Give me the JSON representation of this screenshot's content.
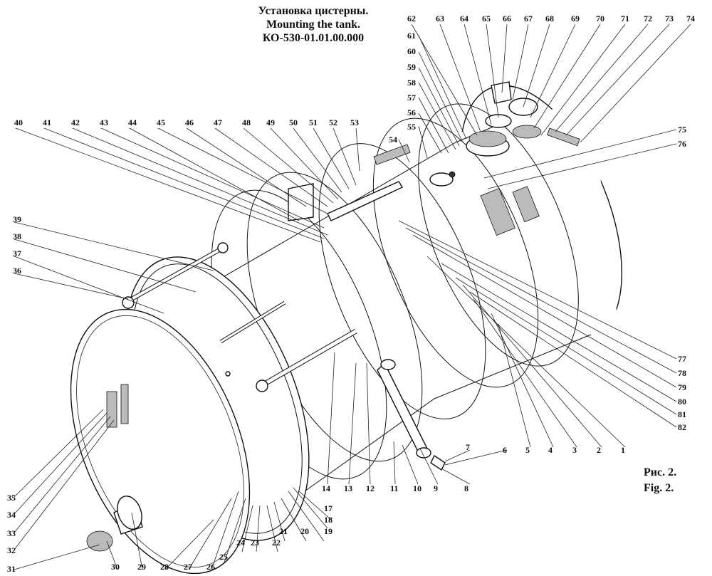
{
  "title": {
    "line_ru": "Установка цистерны.",
    "line_en": "Mounting the tank.",
    "code": "КО-530-01.01.00.000"
  },
  "figure": {
    "label_ru": "Рис. 2.",
    "label_en": "Fig. 2."
  },
  "callouts": {
    "top_row": [
      "40",
      "41",
      "42",
      "43",
      "44",
      "45",
      "46",
      "47",
      "48",
      "49",
      "50",
      "51",
      "52",
      "53"
    ],
    "top_right_row": [
      "62",
      "63",
      "64",
      "65",
      "66",
      "67",
      "68",
      "69",
      "70",
      "71",
      "72",
      "73",
      "74"
    ],
    "right_upper_stack": [
      "61",
      "60",
      "59",
      "58",
      "57",
      "56",
      "55",
      "54"
    ],
    "right_side": [
      "75",
      "76"
    ],
    "right_lower_stack": [
      "77",
      "78",
      "79",
      "80",
      "81",
      "82"
    ],
    "bottom_right_row": [
      "1",
      "2",
      "3",
      "4",
      "5",
      "6",
      "7",
      "8"
    ],
    "bottom_mid_row": [
      "9",
      "10",
      "11",
      "12",
      "13",
      "14"
    ],
    "bottom_center_stack": [
      "17",
      "18",
      "19",
      "20",
      "21",
      "22",
      "23",
      "24",
      "25",
      "26"
    ],
    "bottom_left_row": [
      "27",
      "28",
      "29",
      "30",
      "31"
    ],
    "left_stack": [
      "32",
      "33",
      "34",
      "35",
      "36",
      "37",
      "38",
      "39"
    ]
  }
}
